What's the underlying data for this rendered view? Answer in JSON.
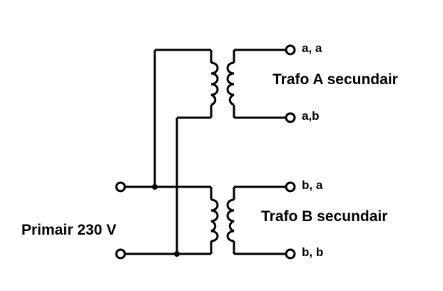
{
  "labels": {
    "primary": "Primair 230 V",
    "trafo_a": "Trafo A secundair",
    "trafo_b": "Trafo B secundair"
  },
  "terminals": {
    "aa": "a, a",
    "ab": "a,b",
    "ba": "b, a",
    "bb": "b, b"
  }
}
